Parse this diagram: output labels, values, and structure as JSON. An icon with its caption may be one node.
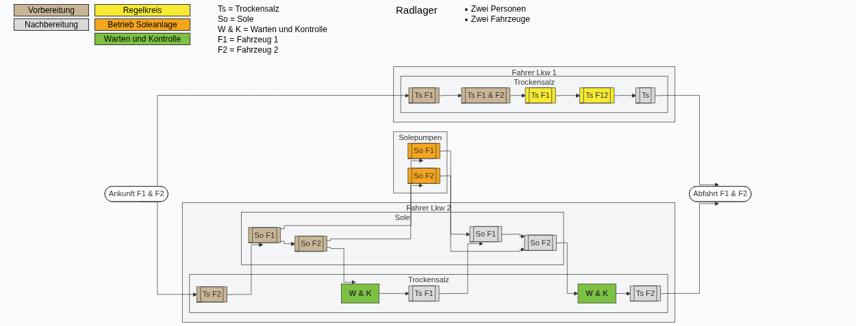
{
  "diagram": {
    "title": "Radlager",
    "nodes": [
      {
        "text": [
          "Ankunft F1 & F2"
        ]
      },
      {
        "text": [
          "Abfahrt F1 & F2"
        ]
      },
      {
        "text": [
          "Fahrer Lkw 1"
        ]
      },
      {
        "text": [
          "Trockensalz"
        ],
        "in": 2
      },
      {
        "text": [
          "Ts F1"
        ],
        "in": 3
      },
      {
        "text": [
          "Ts F1 & F2"
        ],
        "in": 3
      },
      {
        "text": [
          "Ts F1"
        ],
        "in": 3
      },
      {
        "text": [
          "Ts F12"
        ],
        "in": 3
      },
      {
        "text": [
          "Ts"
        ],
        "in": 3
      },
      {
        "text": [
          "Fahrer Lkw 2"
        ]
      },
      {
        "text": [
          "Trockensalz"
        ],
        "in": 9
      },
      {
        "text": [
          "Ts F2"
        ],
        "in": 10
      },
      {
        "text": [
          "W & K"
        ],
        "in": 10
      },
      {
        "text": [
          "Ts F1"
        ],
        "in": 10
      },
      {
        "text": [
          "W & K"
        ],
        "in": 10
      },
      {
        "text": [
          "Ts F2"
        ],
        "in": 10
      },
      {
        "text": [
          "Sole"
        ],
        "in": 9
      },
      {
        "text": [
          "So F1"
        ],
        "in": 16
      },
      {
        "text": [
          "So F2"
        ],
        "in": 16
      },
      {
        "text": [
          "So F1"
        ],
        "in": 16
      },
      {
        "text": [
          "So F2"
        ],
        "in": 16
      },
      {
        "text": [
          "Solepumpen"
        ]
      },
      {
        "text": [
          "So F1"
        ],
        "in": 21
      },
      {
        "text": [
          "So F2"
        ],
        "in": 21
      }
    ],
    "edges": [
      {
        "from": 0,
        "to": 4,
        "arrow": "to"
      },
      {
        "from": 0,
        "to": 11,
        "arrow": "to"
      },
      {
        "from": 4,
        "to": 5,
        "arrow": "to"
      },
      {
        "from": 5,
        "to": 6,
        "arrow": "to"
      },
      {
        "from": 6,
        "to": 7,
        "arrow": "to"
      },
      {
        "from": 7,
        "to": 8,
        "arrow": "to"
      },
      {
        "from": 8,
        "to": 1,
        "arrow": "to"
      },
      {
        "from": 11,
        "to": 17,
        "arrow": "to"
      },
      {
        "from": 17,
        "to": 18,
        "arrow": "to"
      },
      {
        "from": 17,
        "to": 22,
        "arrow": "to"
      },
      {
        "from": 18,
        "to": 12,
        "arrow": "to"
      },
      {
        "from": 18,
        "to": 23,
        "arrow": "to"
      },
      {
        "from": 12,
        "to": 13,
        "arrow": "to"
      },
      {
        "from": 13,
        "to": 19,
        "arrow": "to"
      },
      {
        "from": 22,
        "to": 19,
        "arrow": "to"
      },
      {
        "from": 19,
        "to": 20,
        "arrow": "to"
      },
      {
        "from": 23,
        "to": 20,
        "arrow": "to"
      },
      {
        "from": 20,
        "to": 14,
        "arrow": "to"
      },
      {
        "from": 14,
        "to": 15,
        "arrow": "to"
      },
      {
        "from": 15,
        "to": 1,
        "arrow": "to"
      }
    ],
    "labels": [
      "Ts = Trockensalz",
      "So = Sole",
      "W & K = Warten und Kontrolle",
      "F1 = Fahrzeug 1",
      "F2 = Fahrzeug 2",
      "Zwei Personen",
      "Zwei Fahrzeuge"
    ],
    "legend": [
      {
        "text": "Vorbereitung",
        "color": "#c8b596"
      },
      {
        "text": "Regelkreis",
        "color": "#f5e933"
      },
      {
        "text": "Nachbereitung",
        "color": "#d9d9dc"
      },
      {
        "text": "Betrieb Soleanlage",
        "color": "#f4a51c"
      },
      {
        "text": "Warten und Kontrolle",
        "color": "#7cc142"
      }
    ]
  }
}
